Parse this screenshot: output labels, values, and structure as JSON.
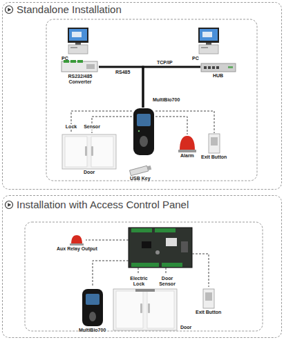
{
  "diagram": {
    "nodes": [
      {
        "text": [
          "Standalone Installation"
        ]
      },
      {
        "text": [
          "PC"
        ],
        "in": 0
      },
      {
        "text": [
          "RS232/485 Converter"
        ],
        "in": 0
      },
      {
        "text": [
          "PC"
        ],
        "in": 0
      },
      {
        "text": [
          "HUB"
        ],
        "in": 0
      },
      {
        "text": [
          "MultiBio700"
        ],
        "in": 0
      },
      {
        "text": [
          "Door"
        ],
        "in": 0
      },
      {
        "text": [
          "Alarm"
        ],
        "in": 0
      },
      {
        "text": [
          "Exit Button"
        ],
        "in": 0
      },
      {
        "text": [
          "USB Key"
        ],
        "in": 0
      },
      {
        "text": [
          "Installation with Access Control Panel"
        ]
      },
      {
        "text": [
          "Aux Relay Output"
        ],
        "in": 10
      },
      {
        "text": [
          "MultiBio700"
        ],
        "in": 10
      },
      {
        "text": [
          "Door"
        ],
        "in": 10
      },
      {
        "text": [
          "Exit Button"
        ],
        "in": 10
      }
    ],
    "edges": [
      {
        "from": 2,
        "to": 5,
        "label": "RS485",
        "arrow": "none"
      },
      {
        "from": 4,
        "to": 5,
        "label": "TCP/IP",
        "arrow": "none"
      },
      {
        "from": 5,
        "to": 6,
        "label": "Lock",
        "arrow": "none"
      },
      {
        "from": 5,
        "to": 6,
        "label": "Sensor",
        "arrow": "none"
      },
      {
        "from": 5,
        "to": 7,
        "arrow": "none"
      },
      {
        "from": 5,
        "to": 8,
        "arrow": "none"
      }
    ],
    "labels": [
      "Electric Lock",
      "Door Sensor"
    ]
  }
}
